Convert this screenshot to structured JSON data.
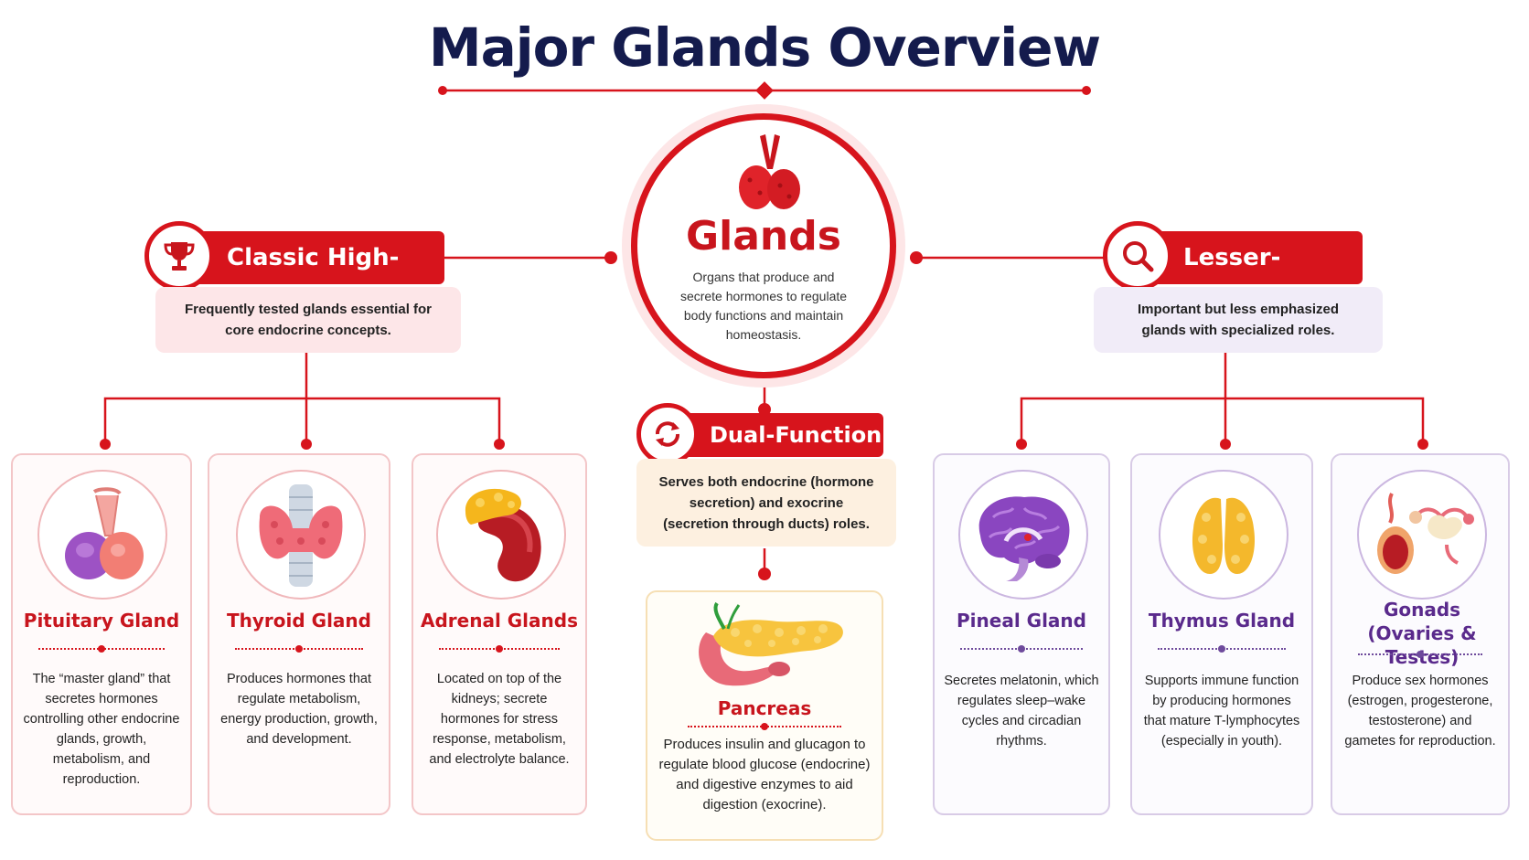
{
  "title": "Major Glands Overview",
  "colors": {
    "accent": "#d7141c",
    "navy": "#141b4d",
    "purple": "#5a2a8c",
    "amber": "#f4a63a"
  },
  "center": {
    "icon": "thyroid-lobes-icon",
    "title": "Glands",
    "description": "Organs that produce and secrete hormones to regulate body functions and maintain homeostasis."
  },
  "classic": {
    "icon": "trophy-icon",
    "label": "Classic High-Yield",
    "note": "Frequently tested glands essential for core endocrine concepts.",
    "glands": [
      {
        "name": "Pituitary Gland",
        "icon": "pituitary-gland-icon",
        "description": "The “master gland” that secretes hormones controlling other endocrine glands, growth, metabolism, and reproduction."
      },
      {
        "name": "Thyroid Gland",
        "icon": "thyroid-gland-icon",
        "description": "Produces hormones that regulate metabolism, energy production, growth, and development."
      },
      {
        "name": "Adrenal Glands",
        "icon": "adrenal-gland-icon",
        "description": "Located on top of the kidneys; secrete hormones for stress response, metabolism, and electrolyte balance."
      }
    ]
  },
  "dual": {
    "icon": "cycle-arrows-icon",
    "label": "Dual-Function",
    "note": "Serves both endocrine (hormone secretion) and exocrine (secretion through ducts) roles.",
    "gland": {
      "name": "Pancreas",
      "icon": "pancreas-icon",
      "description": "Produces insulin and glucagon to regulate blood glucose (endocrine) and digestive enzymes to aid digestion (exocrine)."
    }
  },
  "lesser": {
    "icon": "magnifier-icon",
    "label": "Lesser-Known",
    "note": "Important but less emphasized glands with specialized roles.",
    "glands": [
      {
        "name": "Pineal Gland",
        "icon": "pineal-brain-icon",
        "description": "Secretes melatonin, which regulates sleep–wake cycles and circadian rhythms."
      },
      {
        "name": "Thymus Gland",
        "icon": "thymus-gland-icon",
        "description": "Supports immune function by producing hormones that mature T-lymphocytes (especially in youth)."
      },
      {
        "name": "Gonads (Ovaries & Testes)",
        "icon": "gonads-icon",
        "description": "Produce sex hormones (estrogen, progesterone, testosterone) and gametes for reproduction."
      }
    ]
  }
}
